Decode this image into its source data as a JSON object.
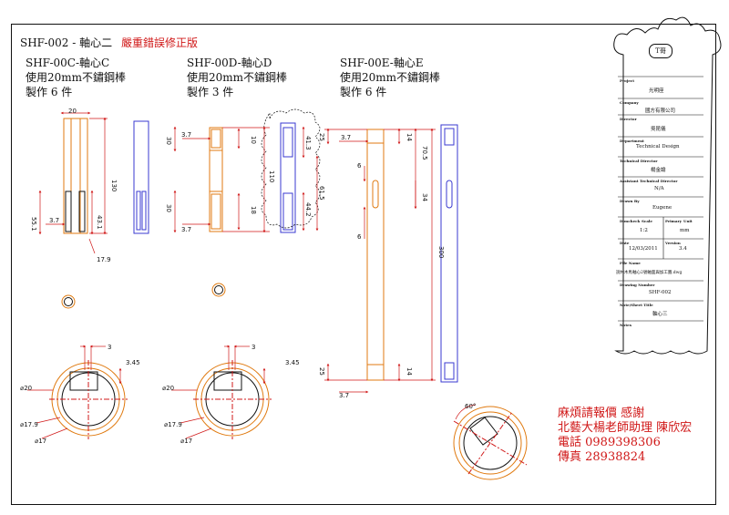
{
  "sheet_header": {
    "code": "SHF-002",
    "dash": "-",
    "name": "軸心二",
    "revision": "嚴重錯誤修正版"
  },
  "parts": [
    {
      "id": "SHF-00C-軸心C",
      "material": "使用20mm不鏽鋼棒",
      "qty": "製作 6 件"
    },
    {
      "id": "SHF-00D-軸心D",
      "material": "使用20mm不鏽鋼棒",
      "qty": "製作 3 件"
    },
    {
      "id": "SHF-00E-軸心E",
      "material": "使用20mm不鏽鋼棒",
      "qty": "製作 6 件"
    }
  ],
  "dimensions": {
    "c": {
      "width": "20",
      "length": "130",
      "slot_a": "55.1",
      "slot_b": "43.1",
      "step": "3.7",
      "end": "17.9"
    },
    "d": {
      "top": "30",
      "bottom": "30",
      "step_top": "3.7",
      "step_bottom": "3.7",
      "inner_top": "10",
      "inner_bottom": "18",
      "length": "110",
      "s1": "41.3",
      "s2": "61.5",
      "s3": "44.2"
    },
    "e": {
      "top": "25",
      "step_top": "3.7",
      "t14": "14",
      "seg": "70.5",
      "six_a": "6",
      "six_b": "6",
      "mid": "34",
      "length": "300",
      "bottom": "25",
      "b14": "14",
      "step_bottom": "3.7"
    },
    "circle_left": {
      "gap": "3",
      "flat": "3.45",
      "d20": "⌀20",
      "d179": "⌀17.9",
      "d17": "⌀17"
    },
    "circle_mid": {
      "gap": "3",
      "flat": "3.45",
      "d20": "⌀20",
      "d179": "⌀17.9",
      "d17": "⌀17"
    },
    "circle_right": {
      "angle": "60°"
    }
  },
  "title_block": {
    "logo_text": "T哥",
    "project_label": "Project",
    "project": "光明座",
    "company_label": "Company",
    "company": "國方有限公司",
    "director_label": "Director",
    "director": "吳昆儀",
    "department_label": "Department",
    "department": "Technical Design",
    "tech_director_label": "Technical Director",
    "tech_director": "楊金諭",
    "assist_label": "Assistant Technical Director",
    "assist": "N/A",
    "drawn_label": "Drawn By",
    "drawn": "Eugene",
    "dimcheck_label": "Dimcheck",
    "scale_label": "Scale",
    "scale": "1:2",
    "primary_label": "Primary",
    "unit_label": "Unit",
    "unit": "mm",
    "date_label": "Date",
    "date": "12/03/2011",
    "version_label": "Version",
    "version": "3.4",
    "file_label": "File Name",
    "file": "說林木馬軸心2號軸面與加工圖.dwg",
    "drawing_label": "Drawing Number",
    "drawing": "SHF-002",
    "sheet_label": "Note/Sheet Title",
    "sheet": "軸心三",
    "notes_label": "Notes"
  },
  "note": {
    "line1": "麻煩請報價 感謝",
    "line2": "北藝大楊老師助理 陳欣宏",
    "line3": "電話 0989398306",
    "line4": "傳真 28938824"
  },
  "colors": {
    "line": "#1a1a1a",
    "dimension_red": "#d01818",
    "shaft_orange": "#e07a10",
    "shaft_blue": "#3a3ad0"
  }
}
